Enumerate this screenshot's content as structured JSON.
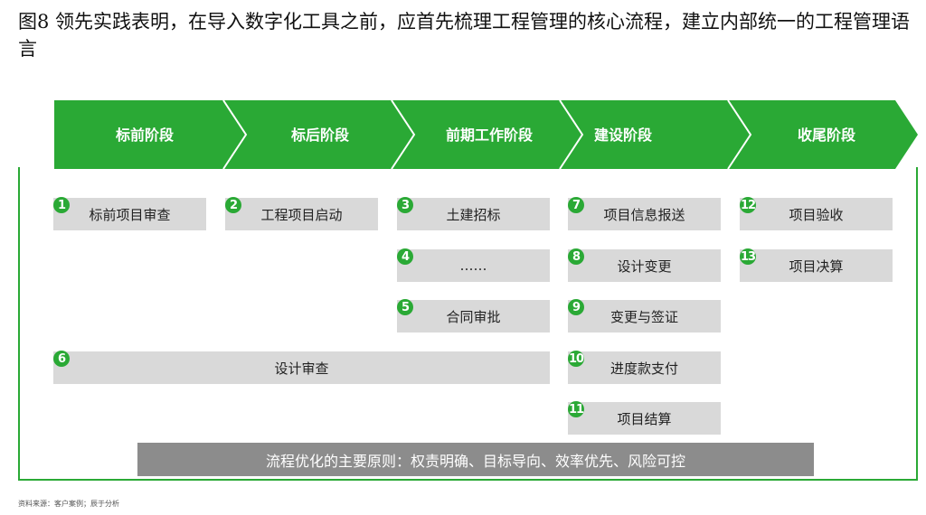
{
  "title": "图8  领先实践表明，在导入数字化工具之前，应首先梳理工程管理的核心流程，建立内部统一的工程管理语言",
  "colors": {
    "accent": "#2aa935",
    "box": "#d9d9d9",
    "principle_bg": "#8c8c8c"
  },
  "phases": [
    "标前阶段",
    "标后阶段",
    "前期工作阶段",
    "建设阶段",
    "收尾阶段"
  ],
  "steps": [
    {
      "num": "1",
      "label": "标前项目审查"
    },
    {
      "num": "2",
      "label": "工程项目启动"
    },
    {
      "num": "3",
      "label": "土建招标"
    },
    {
      "num": "4",
      "label": "……"
    },
    {
      "num": "5",
      "label": "合同审批"
    },
    {
      "num": "6",
      "label": "设计审查"
    },
    {
      "num": "7",
      "label": "项目信息报送"
    },
    {
      "num": "8",
      "label": "设计变更"
    },
    {
      "num": "9",
      "label": "变更与签证"
    },
    {
      "num": "10",
      "label": "进度款支付"
    },
    {
      "num": "11",
      "label": "项目结算"
    },
    {
      "num": "12",
      "label": "项目验收"
    },
    {
      "num": "13",
      "label": "项目决算"
    }
  ],
  "principle": "流程优化的主要原则：权责明确、目标导向、效率优先、风险可控",
  "source": "资料来源：客户案例；辰于分析"
}
